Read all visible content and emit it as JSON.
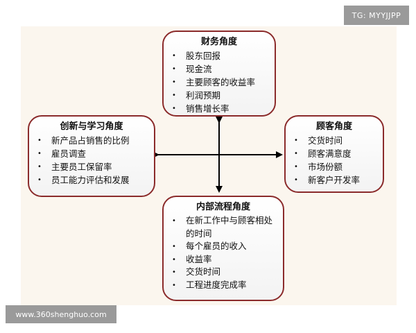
{
  "watermarks": {
    "top_right": "TG: MYYJJPP",
    "bottom_left": "www.360shenghuo.com"
  },
  "boxes": {
    "finance": {
      "title": "财务角度",
      "items": [
        "股东回报",
        "现金流",
        "主要顾客的收益率",
        "利润预期",
        "销售增长率"
      ]
    },
    "innovation": {
      "title": "创新与学习角度",
      "items": [
        "新产品占销售的比例",
        "雇员调查",
        "主要员工保留率",
        "员工能力评估和发展"
      ]
    },
    "customer": {
      "title": "顾客角度",
      "items": [
        "交货时间",
        "顾客满意度",
        "市场份额",
        "新客户开发率"
      ]
    },
    "process": {
      "title": "内部流程角度",
      "items": [
        "在新工作中与顾客相处的时间",
        "每个雇员的收入",
        "收益率",
        "交货时间",
        "工程进度完成率"
      ]
    }
  },
  "colors": {
    "box_border": "#8b2b2b",
    "arrow": "#000000",
    "background": "#fbf6ee"
  }
}
